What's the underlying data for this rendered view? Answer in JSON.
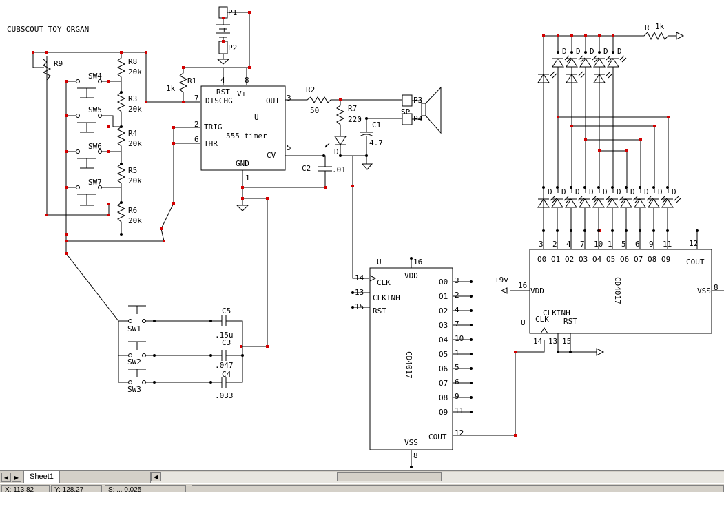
{
  "schematic": {
    "title": "CUBSCOUT TOY ORGAN",
    "resistors": {
      "r9": "R9",
      "r8": "R8",
      "r8_val": "20k",
      "r3": "R3",
      "r3_val": "20k",
      "r4": "R4",
      "r4_val": "20k",
      "r5": "R5",
      "r5_val": "20k",
      "r6": "R6",
      "r6_val": "20k",
      "r1": "R1",
      "r1_val": "1k",
      "r2": "R2",
      "r2_val": "50",
      "r7": "R7",
      "r7_val": "220",
      "r_top": "R",
      "r_top_val": "1k"
    },
    "switches": {
      "sw4": "SW4",
      "sw5": "SW5",
      "sw6": "SW6",
      "sw7": "SW7",
      "sw1": "SW1",
      "sw2": "SW2",
      "sw3": "SW3"
    },
    "caps": {
      "c1": "C1",
      "c1_val": "4.7",
      "c2": "C2",
      "c2_val": ".01",
      "c3": "C3",
      "c3_val": ".047",
      "c4": "C4",
      "c4_val": ".033",
      "c5": "C5",
      "c5_val": ".15u"
    },
    "connectors": {
      "p1": "P1",
      "p2": "P2",
      "p3": "P3",
      "p4": "P4",
      "sp": "SP",
      "plus": "+"
    },
    "timer": {
      "name": "555 timer",
      "u": "U",
      "rst": "RST",
      "vplus": "V+",
      "dischg": "DISCHG",
      "out": "OUT",
      "trig": "TRIG",
      "thr": "THR",
      "cv": "CV",
      "gnd": "GND",
      "pin4": "4",
      "pin8": "8",
      "pin7": "7",
      "pin3": "3",
      "pin2": "2",
      "pin6": "6",
      "pin5": "5",
      "pin1": "1"
    },
    "led_d": "D",
    "counter1": {
      "name": "CD4017",
      "u": "U",
      "vdd": "VDD",
      "vss": "VSS",
      "clk": "CLK",
      "clkinh": "CLKINH",
      "rst": "RST",
      "cout": "COUT",
      "pin16": "16",
      "pin8": "8",
      "pin14": "14",
      "pin13": "13",
      "pin15": "15",
      "pin12": "12",
      "outputs": [
        {
          "label": "O0",
          "pin": "3"
        },
        {
          "label": "O1",
          "pin": "2"
        },
        {
          "label": "O2",
          "pin": "4"
        },
        {
          "label": "O3",
          "pin": "7"
        },
        {
          "label": "O4",
          "pin": "10"
        },
        {
          "label": "O5",
          "pin": "1"
        },
        {
          "label": "O6",
          "pin": "5"
        },
        {
          "label": "O7",
          "pin": "6"
        },
        {
          "label": "O8",
          "pin": "9"
        },
        {
          "label": "O9",
          "pin": "11"
        }
      ]
    },
    "counter2": {
      "name": "CD4017",
      "u": "U",
      "vdd": "VDD",
      "vss": "VSS",
      "clk": "CLK",
      "clkinh": "CLKINH",
      "rst": "RST",
      "cout": "COUT",
      "pin16": "16",
      "pin8": "8",
      "pin14": "14",
      "pin13": "13",
      "pin15": "15",
      "pin12": "12",
      "supply": "+9v",
      "outputs": [
        {
          "label": "O0",
          "pin": "3"
        },
        {
          "label": "O1",
          "pin": "2"
        },
        {
          "label": "O2",
          "pin": "4"
        },
        {
          "label": "O3",
          "pin": "7"
        },
        {
          "label": "O4",
          "pin": "10"
        },
        {
          "label": "O5",
          "pin": "1"
        },
        {
          "label": "O6",
          "pin": "5"
        },
        {
          "label": "O7",
          "pin": "6"
        },
        {
          "label": "O8",
          "pin": "9"
        },
        {
          "label": "O9",
          "pin": "11"
        }
      ]
    }
  },
  "tabs": {
    "sheet": "Sheet1",
    "first": "◀",
    "last": "▶",
    "scroll_left": "◀"
  },
  "status": {
    "x": "X: 113.82",
    "y": "Y: 128.27",
    "s": "S: ... 0.025"
  }
}
